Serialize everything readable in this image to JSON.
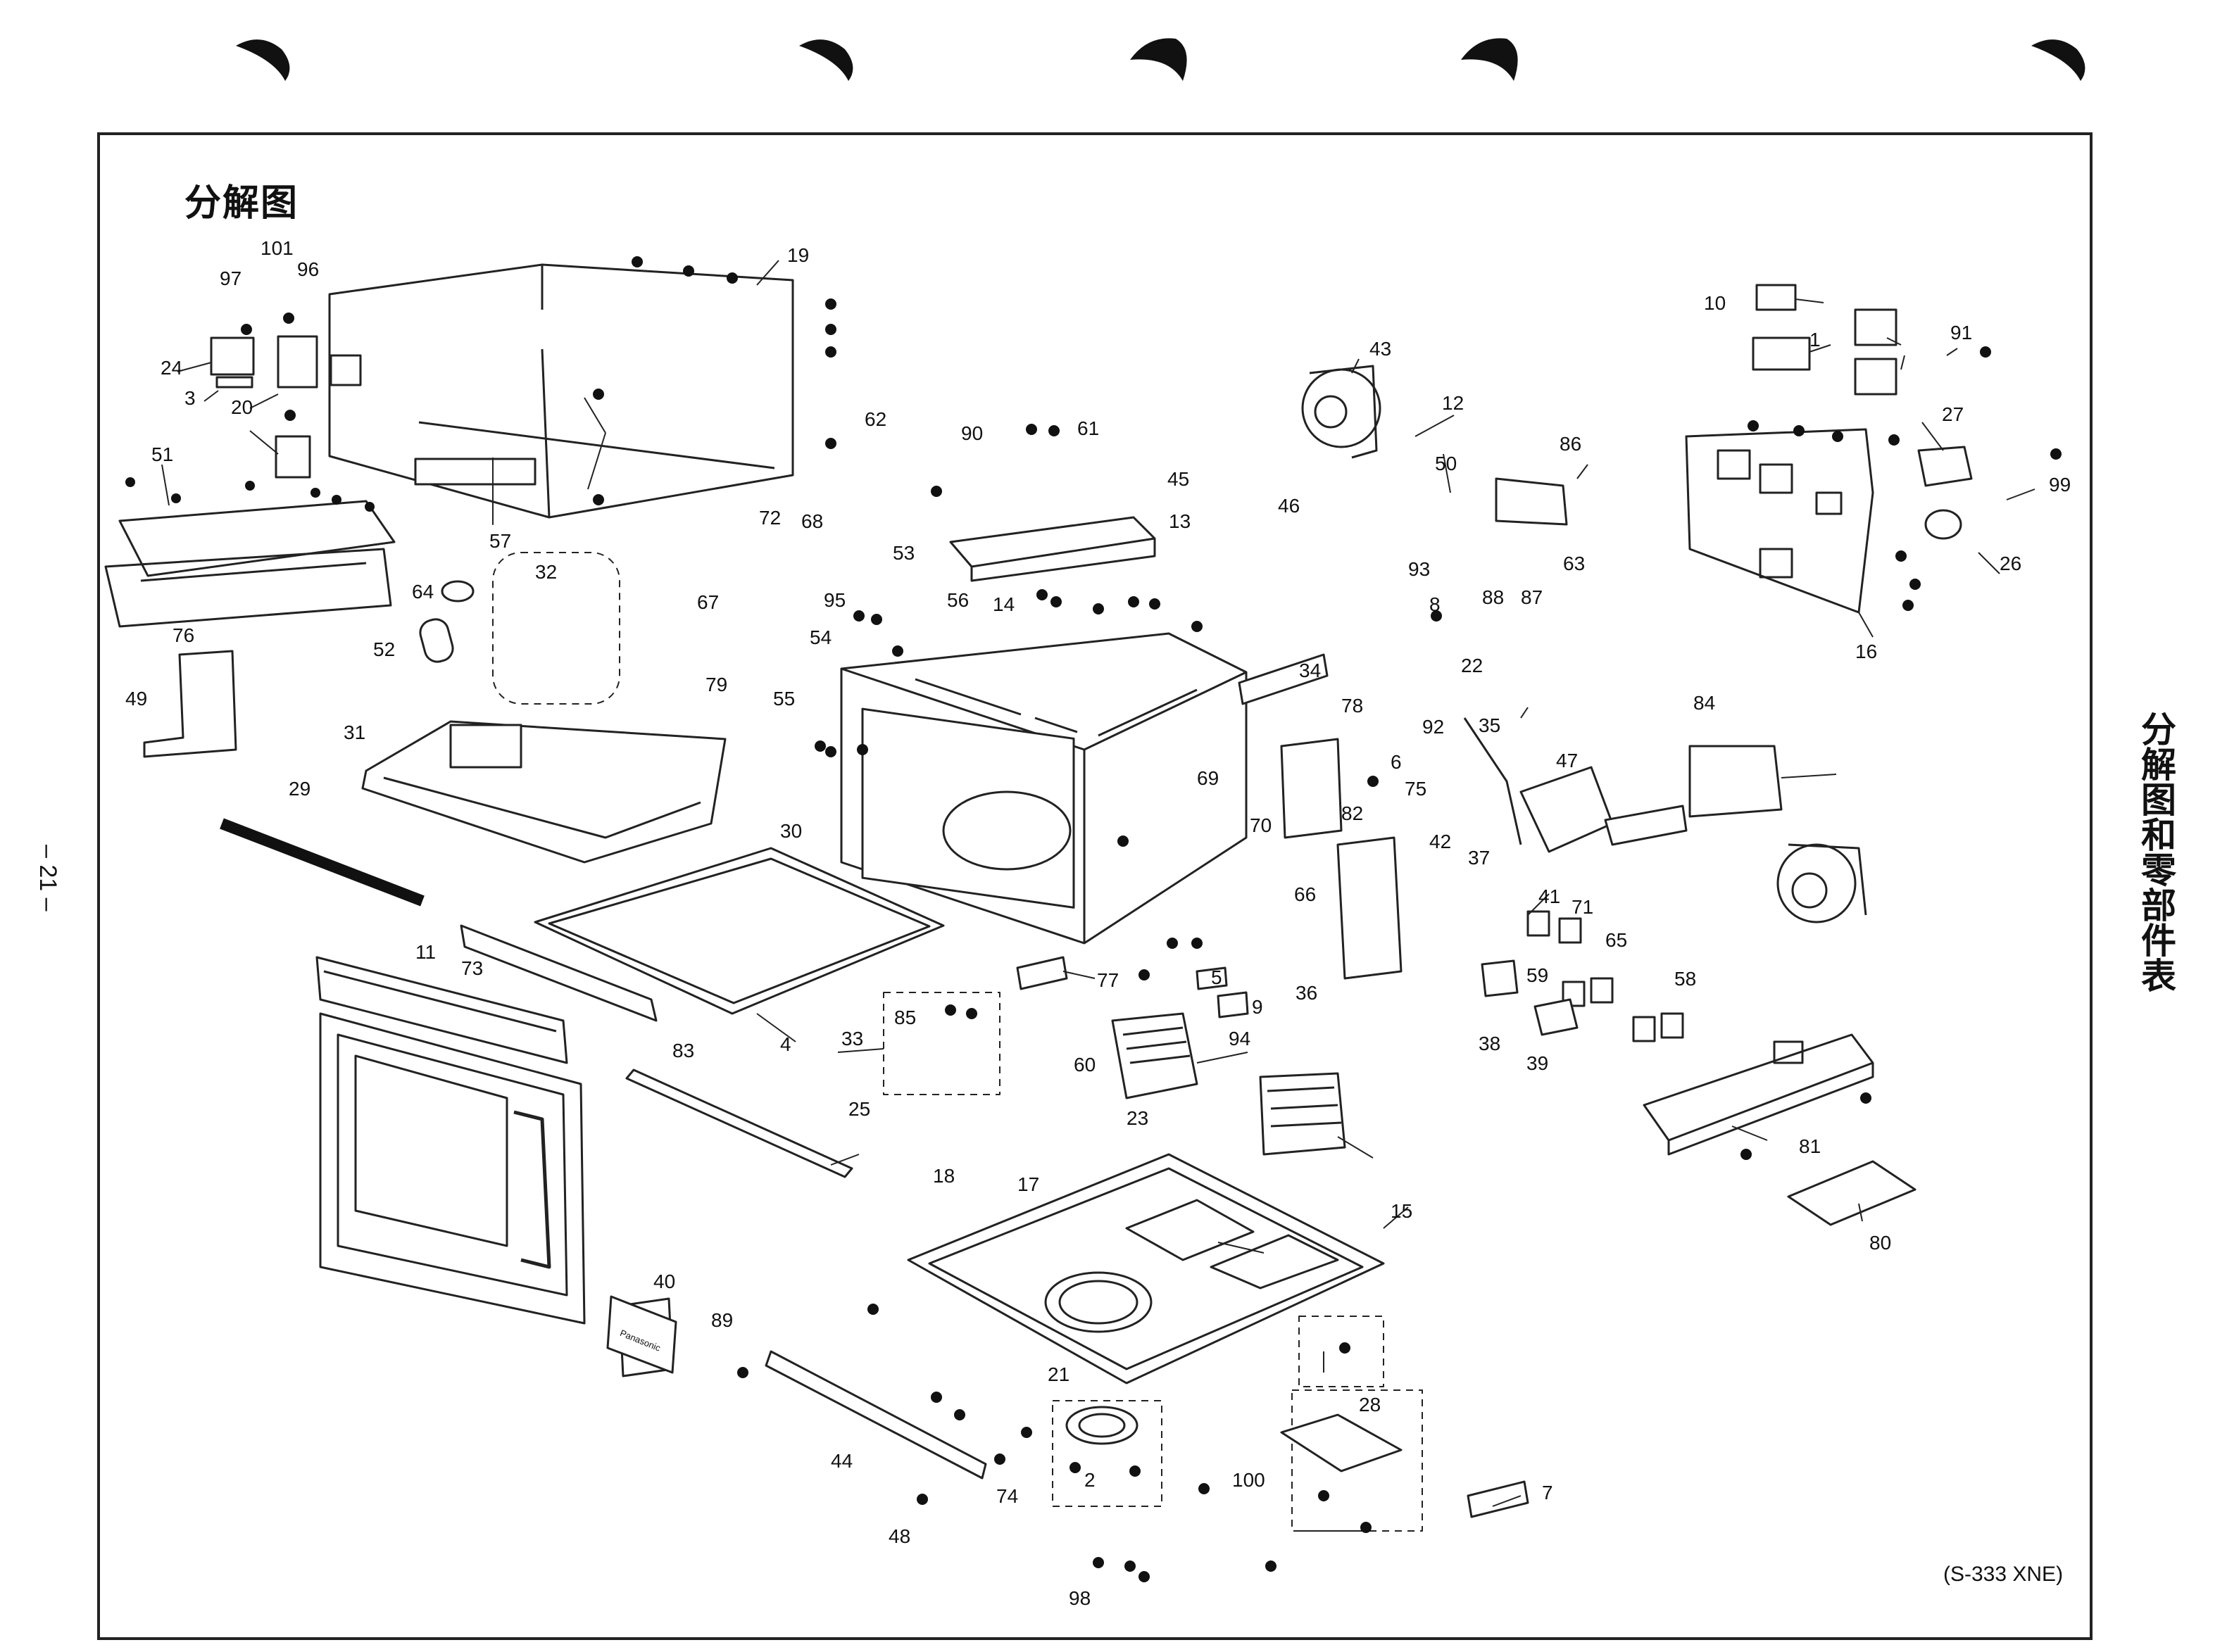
{
  "page": {
    "title": "分解图",
    "side_title": "分解图和零部件表",
    "page_number": "– 21 –",
    "model": "(S-333 XNE)",
    "panel_brand": "Panasonic"
  },
  "part_callouts": [
    "1",
    "2",
    "3",
    "4",
    "5",
    "6",
    "7",
    "8",
    "9",
    "10",
    "11",
    "12",
    "13",
    "14",
    "15",
    "16",
    "17",
    "18",
    "19",
    "20",
    "21",
    "22",
    "23",
    "24",
    "25",
    "26",
    "27",
    "28",
    "29",
    "30",
    "31",
    "32",
    "33",
    "34",
    "35",
    "36",
    "37",
    "38",
    "39",
    "40",
    "41",
    "42",
    "43",
    "44",
    "45",
    "46",
    "47",
    "48",
    "49",
    "50",
    "51",
    "52",
    "53",
    "54",
    "55",
    "56",
    "57",
    "58",
    "59",
    "60",
    "61",
    "62",
    "63",
    "64",
    "65",
    "66",
    "67",
    "68",
    "69",
    "70",
    "71",
    "72",
    "73",
    "74",
    "75",
    "76",
    "77",
    "78",
    "79",
    "80",
    "81",
    "82",
    "83",
    "84",
    "85",
    "86",
    "87",
    "88",
    "89",
    "90",
    "91",
    "92",
    "93",
    "94",
    "95",
    "96",
    "97",
    "98",
    "99",
    "100",
    "101"
  ],
  "icons": [
    "binding-hole-icon",
    "screw-icon"
  ]
}
